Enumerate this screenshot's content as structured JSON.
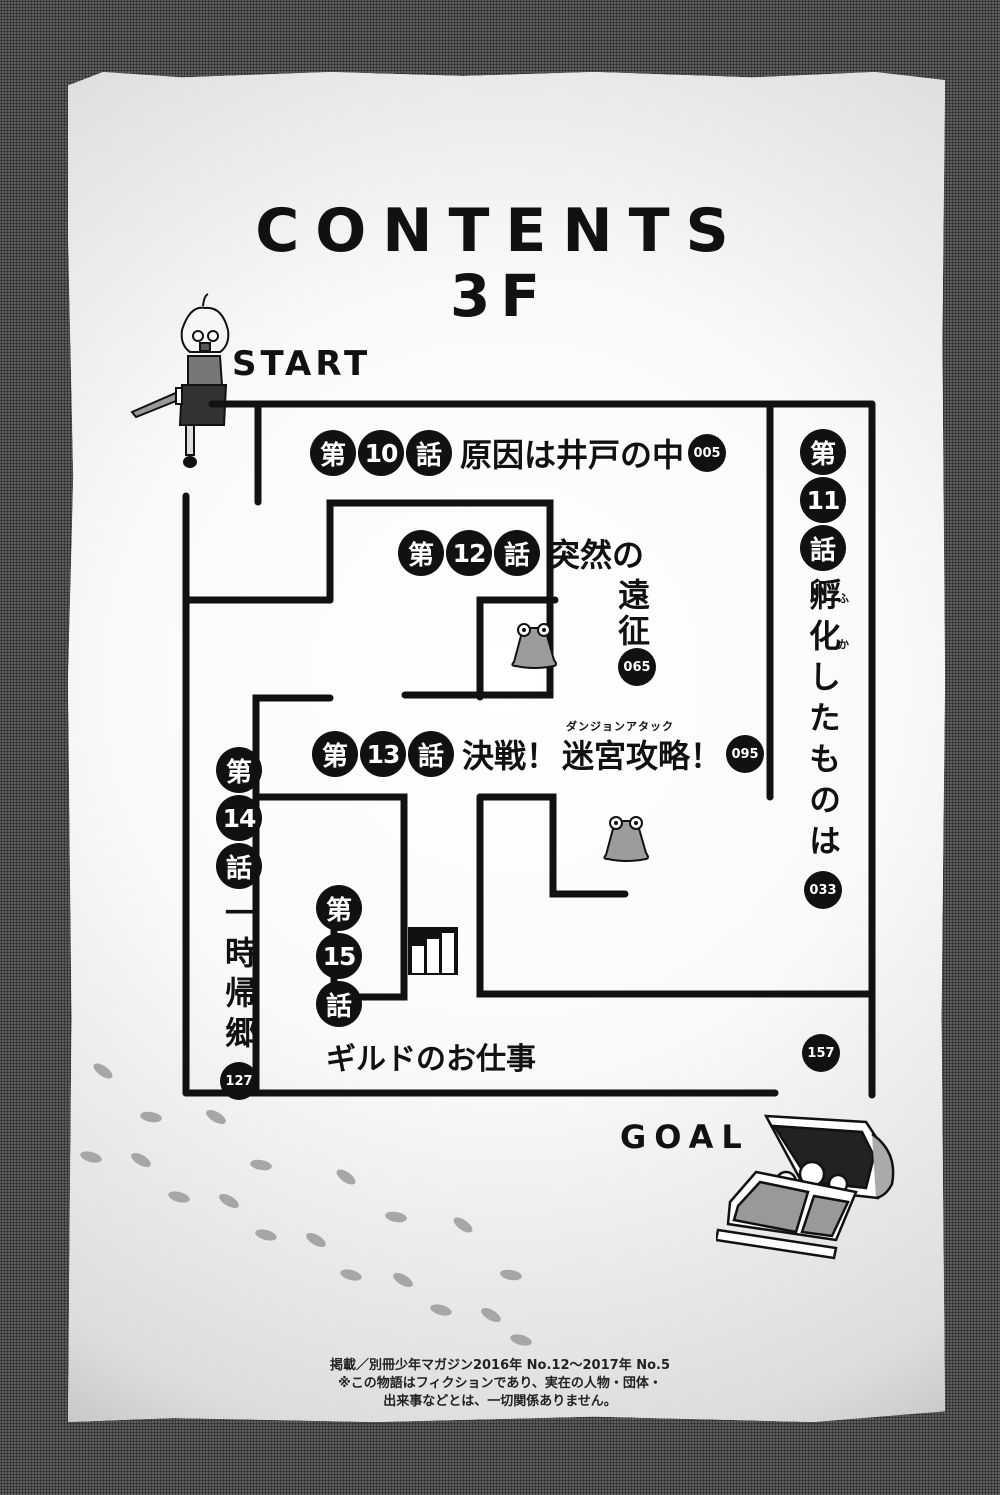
{
  "page": {
    "title": "CONTENTS",
    "floor": "3F",
    "start_label": "START",
    "goal_label": "GOAL"
  },
  "chapters": [
    {
      "prefix": "第",
      "number": "10",
      "suffix": "話",
      "title": "原因は井戸の中",
      "page": "005",
      "orientation": "horizontal"
    },
    {
      "prefix": "第",
      "number": "11",
      "suffix": "話",
      "title": "孵化したものは",
      "ruby": [
        "ふ",
        "か"
      ],
      "page": "033",
      "orientation": "vertical"
    },
    {
      "prefix": "第",
      "number": "12",
      "suffix": "話",
      "title_line1": "突然の",
      "title_line2": "遠征",
      "page": "065",
      "orientation": "horizontal"
    },
    {
      "prefix": "第",
      "number": "13",
      "suffix": "話",
      "title_part1": "決戦！",
      "title_part2": "迷宮攻略！",
      "ruby": "ダンジョンアタック",
      "page": "095",
      "orientation": "horizontal"
    },
    {
      "prefix": "第",
      "number": "14",
      "suffix": "話",
      "title": "一時帰郷",
      "page": "127",
      "orientation": "vertical"
    },
    {
      "prefix": "第",
      "number": "15",
      "suffix": "話",
      "title": "ギルドのお仕事",
      "page": "157",
      "orientation": "vertical"
    }
  ],
  "icons": {
    "character": "girl-with-sword-icon",
    "slime_1": "slime-monster-icon",
    "slime_2": "slime-monster-icon",
    "chart": "bar-chart-icon",
    "treasure": "treasure-chest-icon",
    "footprints": "footprints-icon"
  },
  "credits": {
    "line1": "掲載／別冊少年マガジン2016年 No.12〜2017年 No.5",
    "line2": "※この物語はフィクションであり、実在の人物・団体・",
    "line3": "出来事などとは、一切関係ありません。"
  },
  "colors": {
    "ink": "#111111",
    "paper": "#f4f4f4",
    "border": "#4a4a4a"
  }
}
